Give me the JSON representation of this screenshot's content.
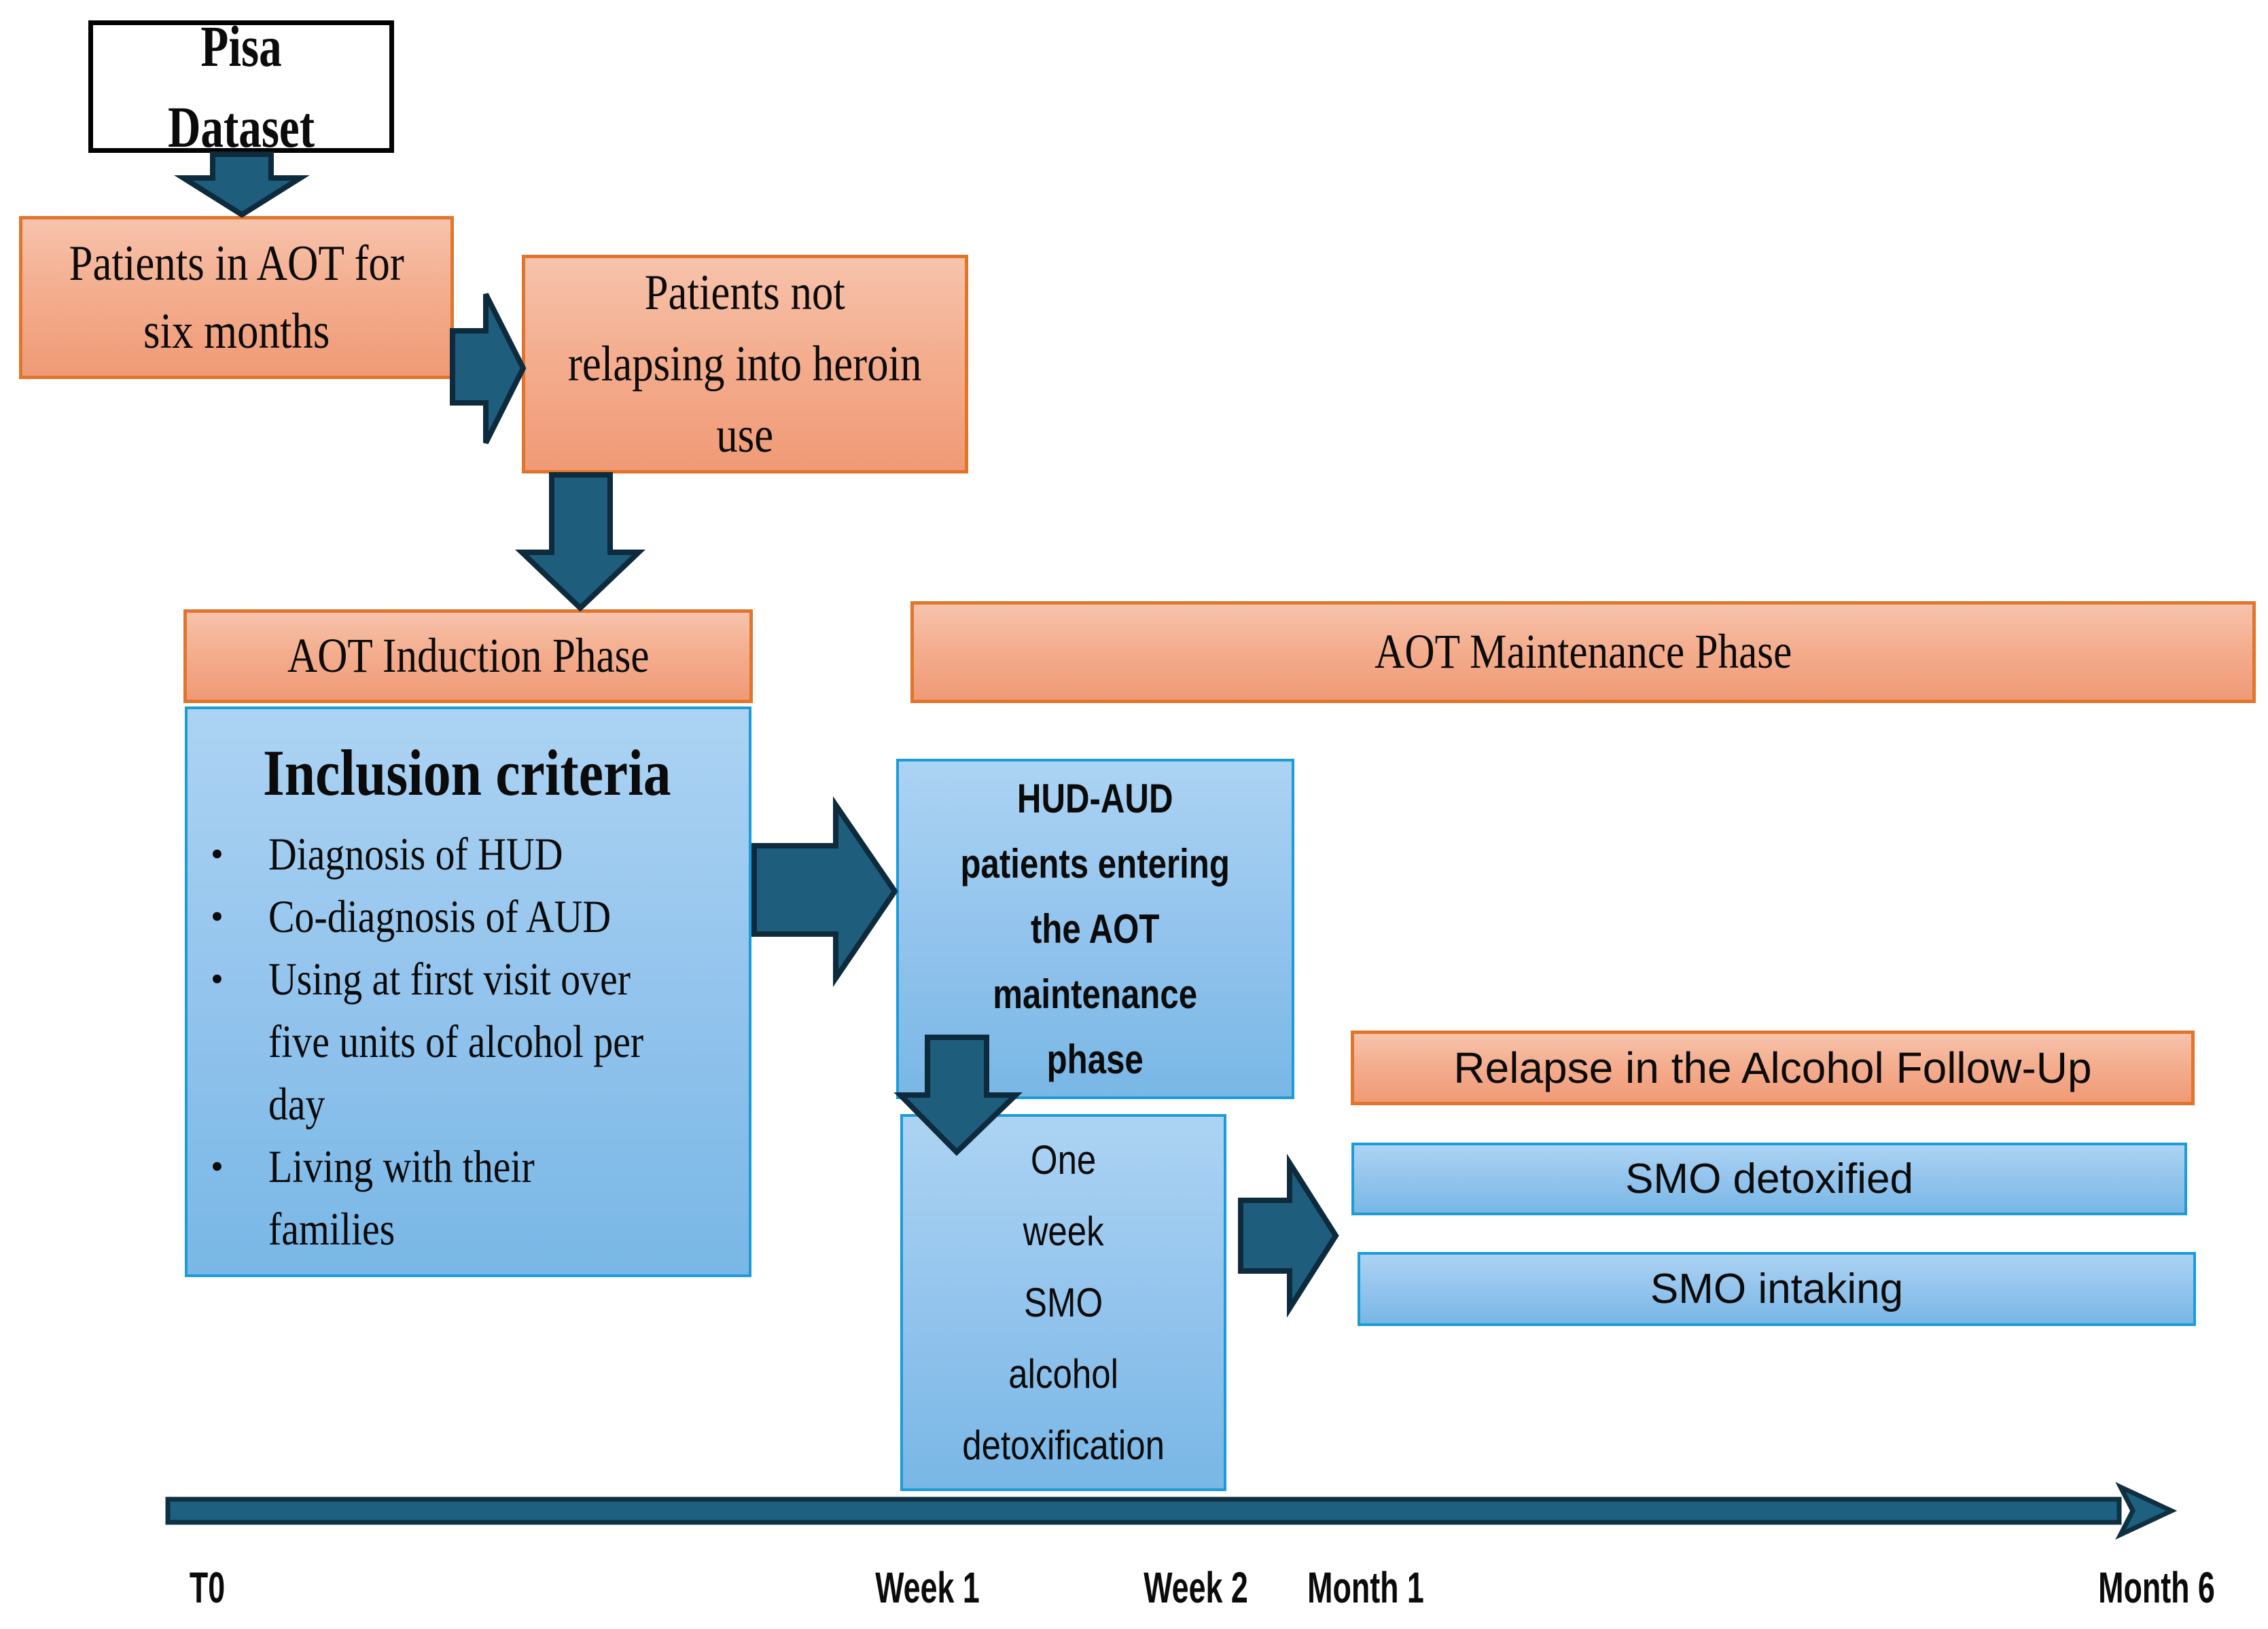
{
  "nodes": {
    "pisa": {
      "label": "Pisa Dataset"
    },
    "patients_aot": {
      "label": "Patients in AOT for\nsix months"
    },
    "patients_not_relapsing": {
      "label": "Patients not\nrelapsing into heroin\nuse"
    },
    "induction_header": {
      "label": "AOT Induction Phase"
    },
    "maintenance_header": {
      "label": "AOT Maintenance Phase"
    },
    "inclusion": {
      "title": "Inclusion criteria",
      "bullet_char": "•",
      "bullets": [
        "Diagnosis of HUD",
        "Co-diagnosis of AUD",
        "Using at first visit over\nfive units of alcohol per\nday",
        "Living with their\nfamilies"
      ]
    },
    "hud_aud": {
      "label": "HUD-AUD\npatients entering\nthe AOT\nmaintenance\nphase"
    },
    "one_week": {
      "label": "One\nweek\nSMO\nalcohol\ndetoxification"
    },
    "relapse_header": {
      "label": "Relapse in the Alcohol Follow-Up"
    },
    "smo_detox": {
      "label": "SMO detoxified"
    },
    "smo_intake": {
      "label": "SMO intaking"
    }
  },
  "timeline": {
    "labels": [
      "T0",
      "Week 1",
      "Week 2",
      "Month 1",
      "Month 6"
    ]
  },
  "colors": {
    "orange_border": "#E0752C",
    "orange_fill_top": "#F7C3AC",
    "orange_fill_bottom": "#F09A76",
    "blue_border": "#1B9CD8",
    "blue_fill_top": "#ACD3F3",
    "blue_fill_bottom": "#79B7E6",
    "arrow_fill": "#1E5E7C",
    "arrow_stroke": "#0D2B3C",
    "text": "#0B0B0B",
    "background": "#FFFFFF"
  }
}
